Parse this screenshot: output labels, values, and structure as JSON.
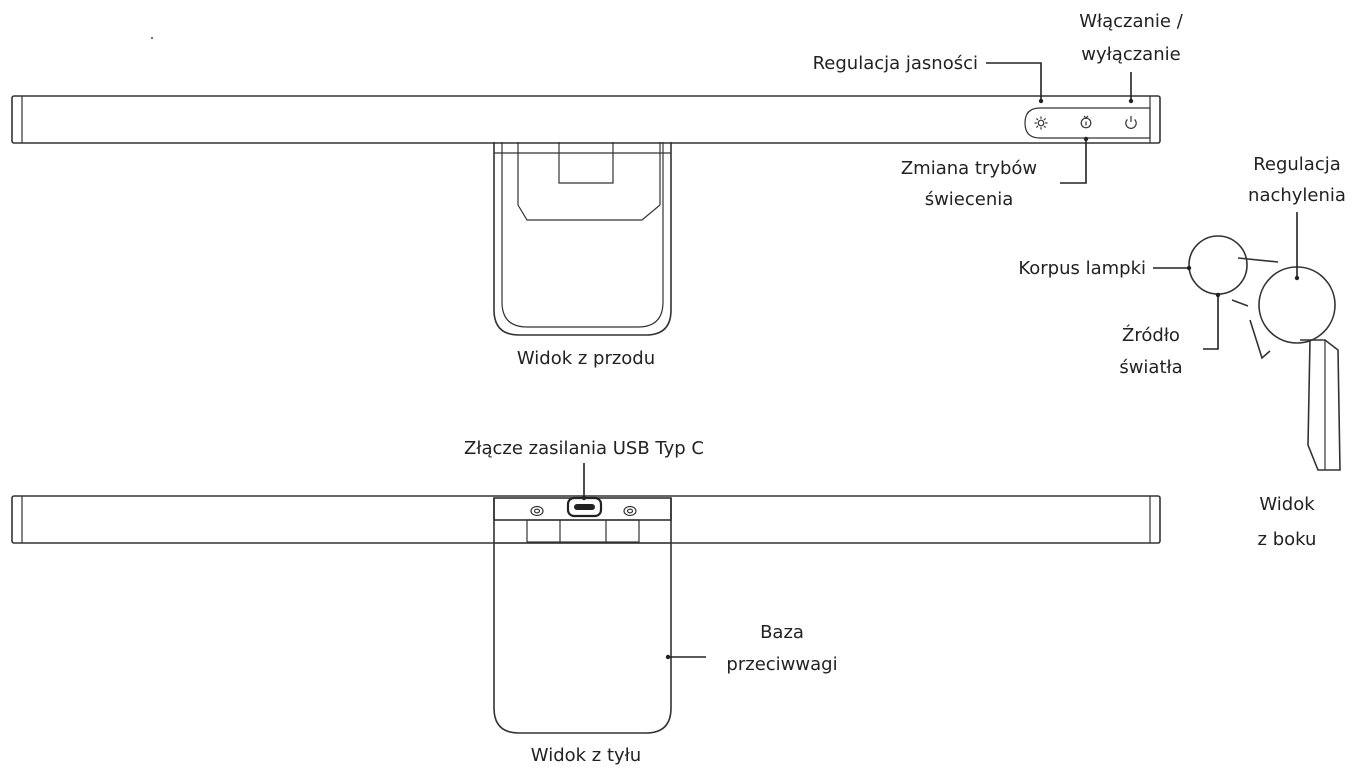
{
  "labels": {
    "brightness": "Regulacja jasności",
    "power_line1": "Włączanie /",
    "power_line2": "wyłączanie",
    "mode_line1": "Zmiana trybów",
    "mode_line2": "świecenia",
    "front_view": "Widok z przodu",
    "tilt_line1": "Regulacja",
    "tilt_line2": "nachylenia",
    "lamp_body": "Korpus lampki",
    "light_source_line1": "Źródło",
    "light_source_line2": "światła",
    "side_view_line1": "Widok",
    "side_view_line2": "z boku",
    "usb_port": "Złącze zasilania USB Typ C",
    "counterweight_line1": "Baza",
    "counterweight_line2": "przeciwwagi",
    "rear_view": "Widok z tyłu"
  },
  "icons": {
    "brightness": "sun-icon",
    "mode": "bulb-icon",
    "power": "power-icon"
  }
}
